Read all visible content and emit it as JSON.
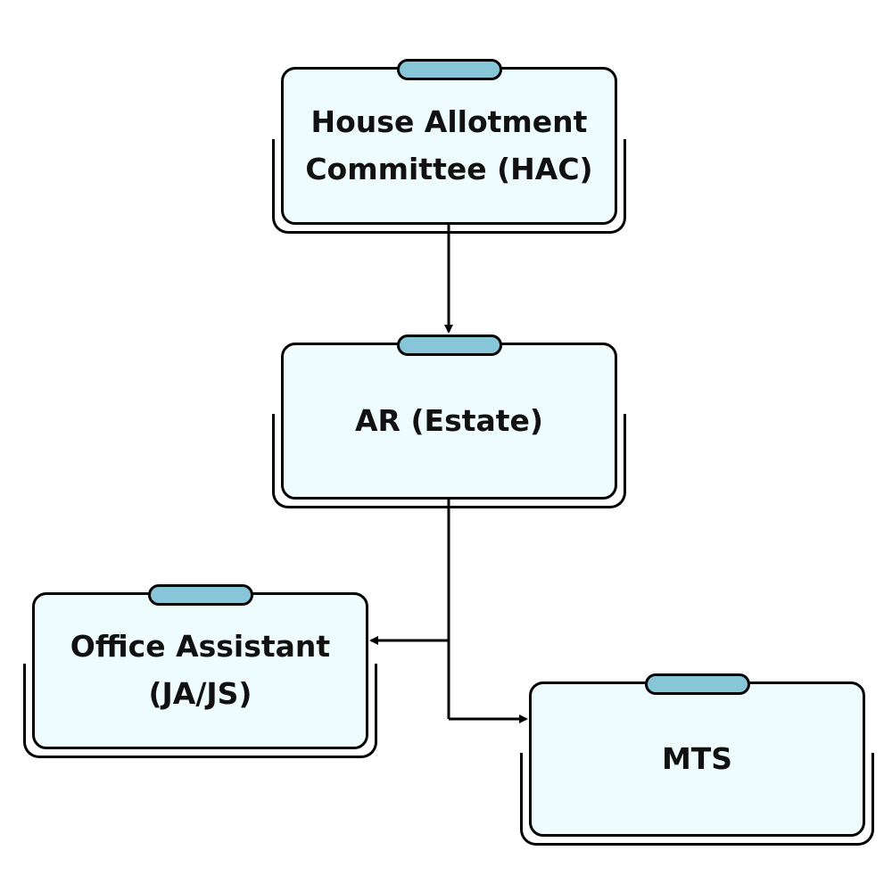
{
  "diagram": {
    "nodes": {
      "hac": {
        "label": "House Allotment\nCommittee (HAC)"
      },
      "ar_estate": {
        "label": "AR (Estate)"
      },
      "office_assistant": {
        "label": "Office Assistant\n(JA/JS)"
      },
      "mts": {
        "label": "MTS"
      }
    },
    "colors": {
      "card_fill": "#eefcfd",
      "tab_fill": "#87c6d9",
      "stroke": "#000000",
      "text": "#111111"
    }
  }
}
